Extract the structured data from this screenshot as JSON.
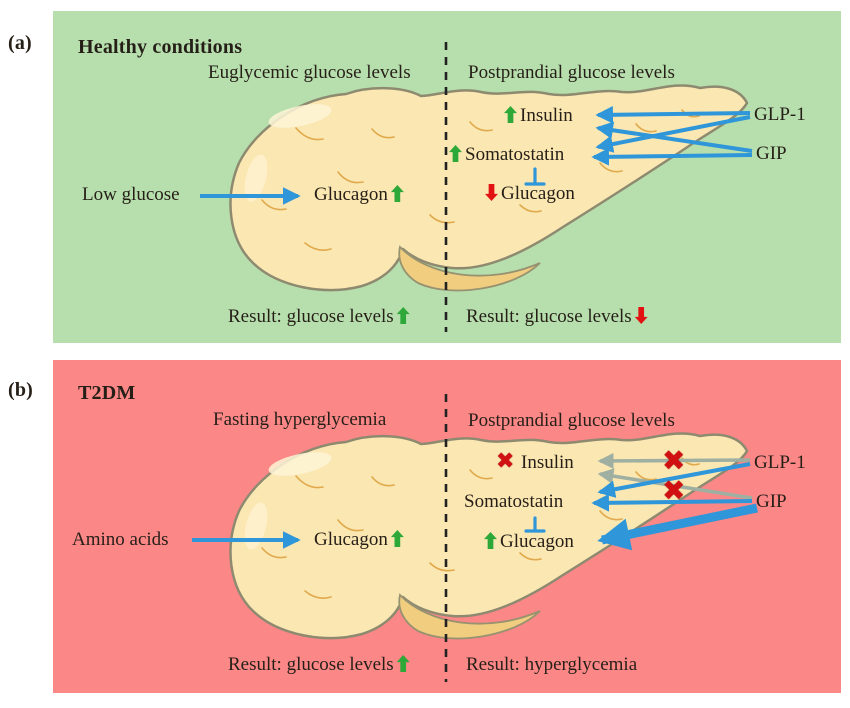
{
  "figure": {
    "type": "pancreatic-hormone-regulation-diagram",
    "colors": {
      "panel_a_background": "#b7dfad",
      "panel_b_background": "#fb8787",
      "signal_arrow_blue": "#2e96d9",
      "blocked_arrow_gray": "#9fb0a2",
      "increase_green": "#2ea838",
      "decrease_red": "#e31212",
      "blocked_cross_red": "#d11111",
      "pancreas_fill": "#fbe7b2",
      "pancreas_outline": "#8e8a70"
    },
    "icons": {
      "cross": "✖",
      "increase_arrow": "up-block-arrow",
      "decrease_arrow": "down-block-arrow"
    },
    "panel_a": {
      "tag": "(a)",
      "title": "Healthy conditions",
      "left_heading": "Euglycemic glucose levels",
      "right_heading": "Postprandial glucose levels",
      "stimulus": "Low glucose",
      "stimulus_target": "Glucagon",
      "insulin": "Insulin",
      "somatostatin": "Somatostatin",
      "glucagon": "Glucagon",
      "glp1": "GLP-1",
      "gip": "GIP",
      "result_left": "Result: glucose levels",
      "result_right": "Result: glucose levels",
      "relations": [
        "Low glucose → Glucagon ↑",
        "GLP-1 → Insulin ↑",
        "GLP-1 → Somatostatin ↑",
        "GIP → Insulin ↑",
        "GIP → Somatostatin ↑",
        "Somatostatin ⊣ Glucagon ↓"
      ]
    },
    "panel_b": {
      "tag": "(b)",
      "title": "T2DM",
      "left_heading": "Fasting hyperglycemia",
      "right_heading": "Postprandial glucose levels",
      "stimulus": "Amino acids",
      "stimulus_target": "Glucagon",
      "insulin": "Insulin",
      "somatostatin": "Somatostatin",
      "glucagon": "Glucagon",
      "glp1": "GLP-1",
      "gip": "GIP",
      "result_left": "Result: glucose levels",
      "result_right": "Result: hyperglycemia",
      "relations": [
        "Amino acids → Glucagon ↑",
        "GLP-1 ⊘ Insulin (blocked)",
        "GIP ⊘ Insulin (blocked)",
        "GLP-1 → Somatostatin",
        "GIP → Somatostatin",
        "GIP ⇒ Glucagon ↑ (strong)",
        "Somatostatin ⊣ Glucagon"
      ]
    }
  }
}
